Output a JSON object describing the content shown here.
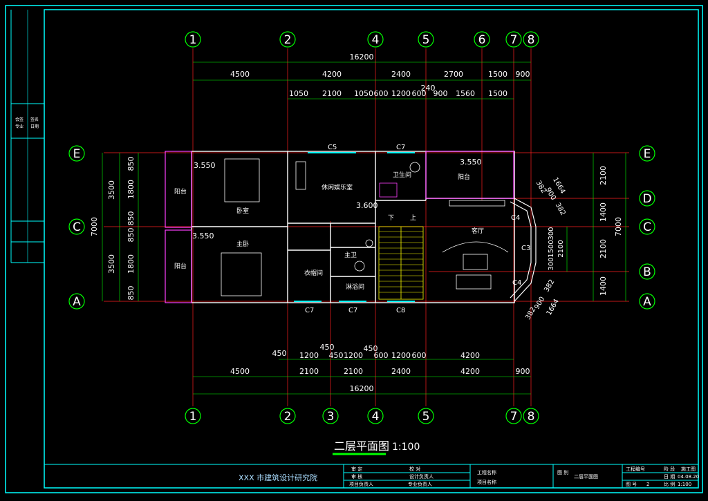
{
  "drawing": {
    "title": "二层平面图",
    "scale": "1:100",
    "institute": "XXX 市建筑设计研究院"
  },
  "axes_top": [
    "1",
    "2",
    "4",
    "5",
    "6",
    "7",
    "8"
  ],
  "axes_bottom": [
    "1",
    "2",
    "3",
    "4",
    "5",
    "7",
    "8"
  ],
  "axes_left": [
    "E",
    "C",
    "A"
  ],
  "axes_right": [
    "E",
    "D",
    "C",
    "B",
    "A"
  ],
  "dims": {
    "top_total": "16200",
    "top_row1": [
      "4500",
      "4200",
      "2400",
      "2700",
      "1500",
      "900"
    ],
    "top_row2": [
      "1050",
      "2100",
      "1050",
      "600",
      "1200",
      "600",
      "240",
      "900",
      "1560",
      "1500"
    ],
    "bottom_row1": [
      "450",
      "1200",
      "450",
      "450",
      "1200",
      "450",
      "600",
      "1200",
      "600",
      "4200"
    ],
    "bottom_row2": [
      "4500",
      "2100",
      "2100",
      "2400",
      "4200",
      "900"
    ],
    "bottom_total": "16200",
    "left_outer": [
      "3500",
      "3500"
    ],
    "left_total": "7000",
    "left_inner": [
      "850",
      "1800",
      "850",
      "850",
      "1800",
      "850"
    ],
    "right_inner": [
      "2100",
      "1400",
      "2100",
      "1400"
    ],
    "right_total": "7000",
    "right_bay": [
      "300",
      "1500",
      "300",
      "2100"
    ],
    "bay_diag": [
      "382",
      "900",
      "382",
      "1664"
    ]
  },
  "rooms": {
    "balcony_top": "阳台",
    "balcony_bottom": "阳台",
    "bedroom": "卧室",
    "master_bedroom": "主卧",
    "entertainment": "休闲娱乐室",
    "bathroom": "卫生间",
    "balcony_right": "阳台",
    "living": "客厅",
    "master_bath": "主卫",
    "shower": "淋浴间",
    "closet": "衣帽间",
    "stair_down": "下",
    "stair_up": "上"
  },
  "levels": [
    "3.550",
    "3.550",
    "3.550",
    "3.600"
  ],
  "windows": [
    "C5",
    "C7",
    "C7",
    "C7",
    "C8",
    "C4",
    "C3",
    "C4"
  ],
  "title_block": {
    "r1": [
      "审 定",
      "校 对",
      "工程名称",
      "图 别",
      "工程编号",
      "阶 段",
      "施工图"
    ],
    "r2": [
      "审 核",
      "设计负责人",
      "项目名称",
      "二层平面图",
      "日 期",
      "04.08.20"
    ],
    "r3": [
      "项目负责人",
      "专业负责人",
      "图 号",
      "2",
      "比 例",
      "1:100"
    ],
    "sidebar": [
      "会签",
      "专业",
      "签名",
      "日期"
    ]
  }
}
